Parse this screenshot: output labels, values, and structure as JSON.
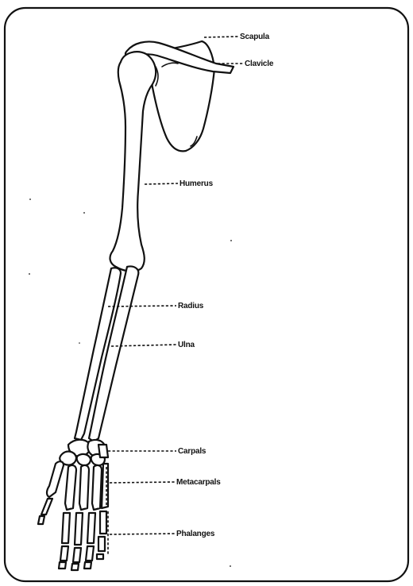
{
  "labels": {
    "scapula": "Scapula",
    "clavicle": "Clavicle",
    "humerus": "Humerus",
    "radius": "Radius",
    "ulna": "Ulna",
    "carpals": "Carpals",
    "metacarpals": "Metacarpals",
    "phalanges": "Phalanges"
  },
  "colors": {
    "ink": "#111111",
    "background": "#ffffff"
  }
}
